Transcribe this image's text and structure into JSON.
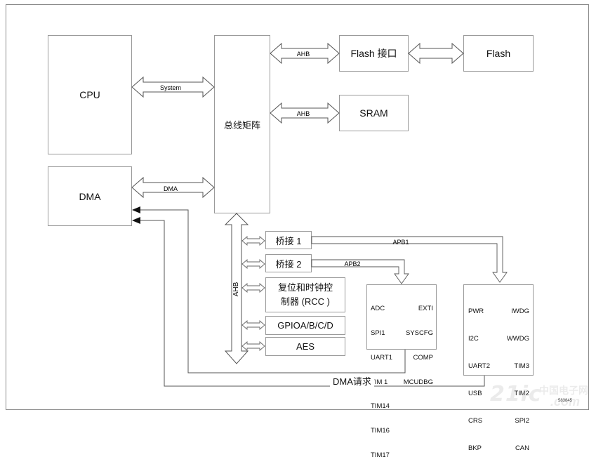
{
  "blocks": {
    "cpu": "CPU",
    "dma": "DMA",
    "bus_matrix": "总线矩阵",
    "flash_if": "Flash 接口",
    "flash": "Flash",
    "sram": "SRAM",
    "bridge1": "桥接 1",
    "bridge2": "桥接 2",
    "rcc_line1": "复位和时钟控",
    "rcc_line2": "制器 (RCC )",
    "gpio": "GPIOA/B/C/D",
    "aes": "AES"
  },
  "buses": {
    "system": "System",
    "dma": "DMA",
    "ahb_flash": "AHB",
    "ahb_sram": "AHB",
    "ahb_vertical": "AHB",
    "apb1": "APB1",
    "apb2": "APB2",
    "dma_request": "DMA请求"
  },
  "apb2_peripherals": {
    "left": [
      "ADC",
      "SPI1",
      "UART1",
      "TIM 1",
      "TIM14",
      "TIM16",
      "TIM17"
    ],
    "right": [
      "EXTI",
      "SYSCFG",
      "COMP",
      "MCUDBG"
    ]
  },
  "apb1_peripherals": {
    "left": [
      "PWR",
      "I2C",
      "UART2",
      "USB",
      "CRS",
      "BKP"
    ],
    "right": [
      "IWDG",
      "WWDG",
      "TIM3",
      "TIM2",
      "SPI2",
      "CAN"
    ]
  },
  "watermark": {
    "brand": "21ic",
    "cn": "中国电子网",
    "site": ".com"
  },
  "figure_id": "583845",
  "colors": {
    "line": "#555555",
    "border": "#9a9a9a",
    "watermark": "#c8c8c8"
  }
}
